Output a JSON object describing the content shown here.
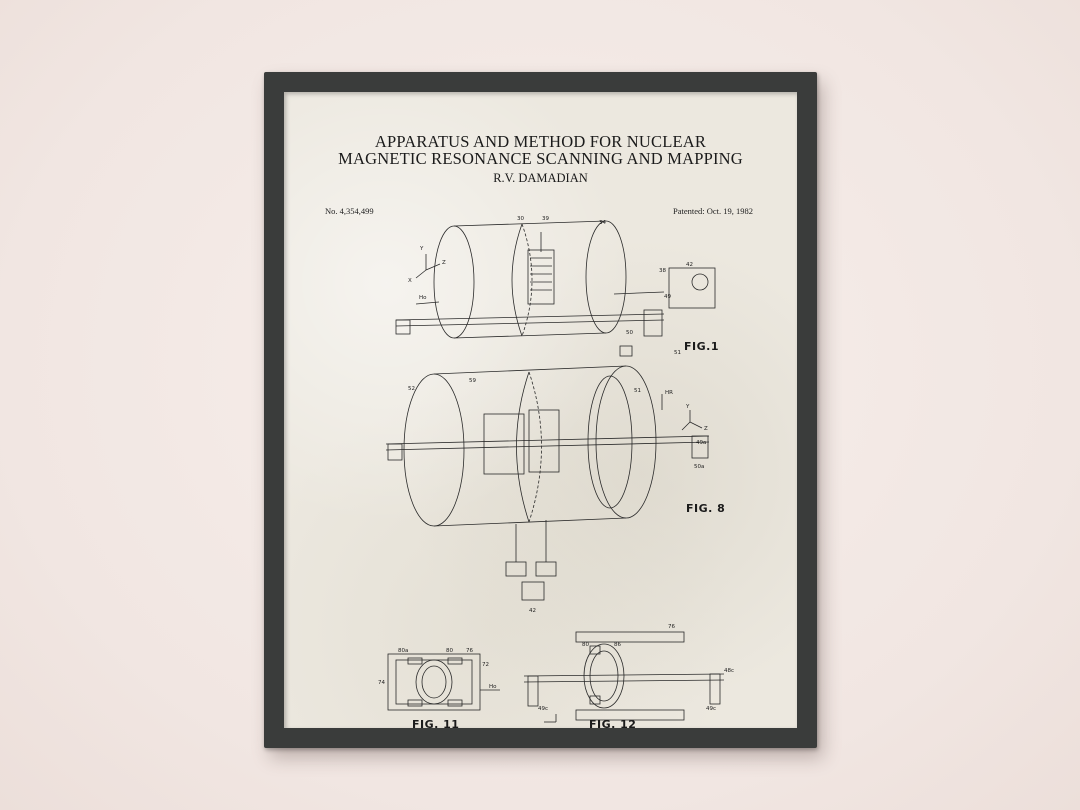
{
  "poster": {
    "title_line1": "APPARATUS AND METHOD FOR NUCLEAR",
    "title_line2": "MAGNETIC RESONANCE SCANNING AND MAPPING",
    "inventor": "R.V. DAMADIAN",
    "patent_number": "No. 4,354,499",
    "patent_date": "Patented: Oct. 19, 1982"
  },
  "figures": {
    "fig1": "FIG.1",
    "fig8": "FIG. 8",
    "fig11": "FIG. 11",
    "fig12": "FIG. 12"
  },
  "colors": {
    "wall": "#f3e9e5",
    "frame": "#3a3c3b",
    "paper": "#ece8df",
    "ink": "#1b1b1b"
  }
}
